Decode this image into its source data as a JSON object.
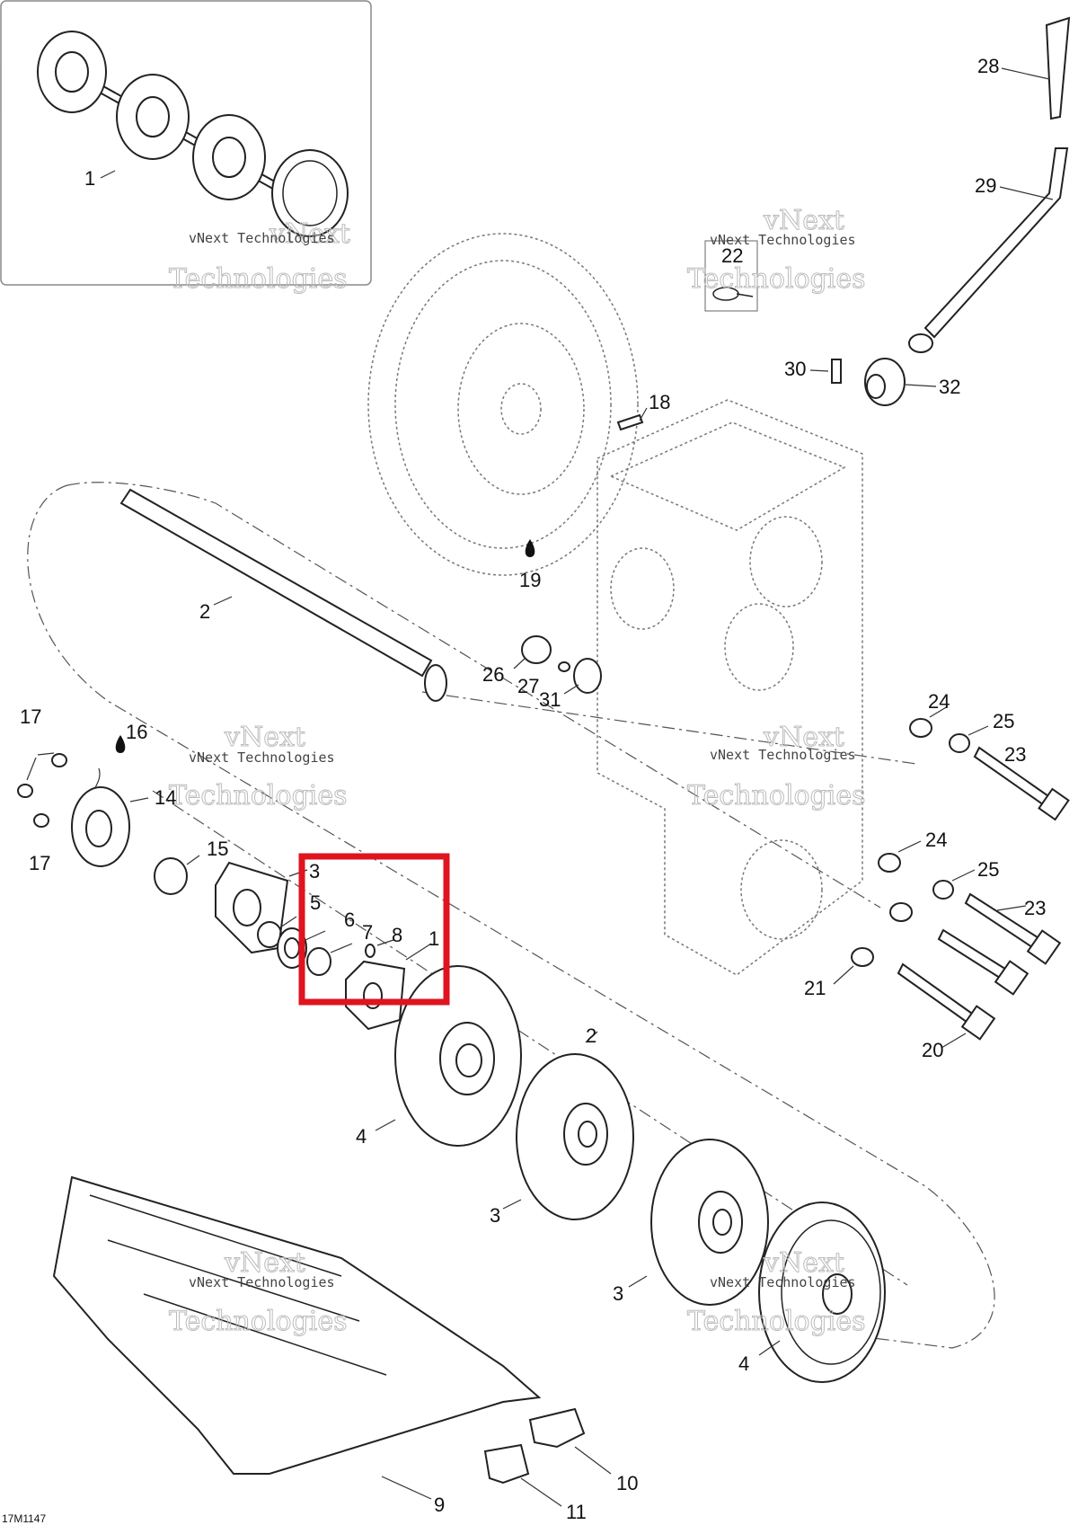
{
  "document_code": "17M1147",
  "watermark": {
    "line1": "vNext",
    "line2": "vNext Technologies",
    "line3": "Technologies"
  },
  "highlight": {
    "color": "#e0141e"
  },
  "callouts": [
    {
      "id": "c1",
      "text": "1"
    },
    {
      "id": "c1b",
      "text": "1"
    },
    {
      "id": "c2",
      "text": "2"
    },
    {
      "id": "c2b",
      "text": "2"
    },
    {
      "id": "c3",
      "text": "3"
    },
    {
      "id": "c3b",
      "text": "3"
    },
    {
      "id": "c3c",
      "text": "3"
    },
    {
      "id": "c4",
      "text": "4"
    },
    {
      "id": "c4b",
      "text": "4"
    },
    {
      "id": "c5",
      "text": "5"
    },
    {
      "id": "c6",
      "text": "6"
    },
    {
      "id": "c7",
      "text": "7"
    },
    {
      "id": "c8",
      "text": "8"
    },
    {
      "id": "c9",
      "text": "9"
    },
    {
      "id": "c10",
      "text": "10"
    },
    {
      "id": "c11",
      "text": "11"
    },
    {
      "id": "c14",
      "text": "14"
    },
    {
      "id": "c15",
      "text": "15"
    },
    {
      "id": "c16",
      "text": "16"
    },
    {
      "id": "c17",
      "text": "17"
    },
    {
      "id": "c17b",
      "text": "17"
    },
    {
      "id": "c18",
      "text": "18"
    },
    {
      "id": "c19",
      "text": "19"
    },
    {
      "id": "c20",
      "text": "20"
    },
    {
      "id": "c21",
      "text": "21"
    },
    {
      "id": "c22",
      "text": "22"
    },
    {
      "id": "c23",
      "text": "23"
    },
    {
      "id": "c23b",
      "text": "23"
    },
    {
      "id": "c24",
      "text": "24"
    },
    {
      "id": "c24b",
      "text": "24"
    },
    {
      "id": "c25",
      "text": "25"
    },
    {
      "id": "c25b",
      "text": "25"
    },
    {
      "id": "c26",
      "text": "26"
    },
    {
      "id": "c27",
      "text": "27"
    },
    {
      "id": "c28",
      "text": "28"
    },
    {
      "id": "c29",
      "text": "29"
    },
    {
      "id": "c30",
      "text": "30"
    },
    {
      "id": "c31",
      "text": "31"
    },
    {
      "id": "c32",
      "text": "32"
    }
  ]
}
